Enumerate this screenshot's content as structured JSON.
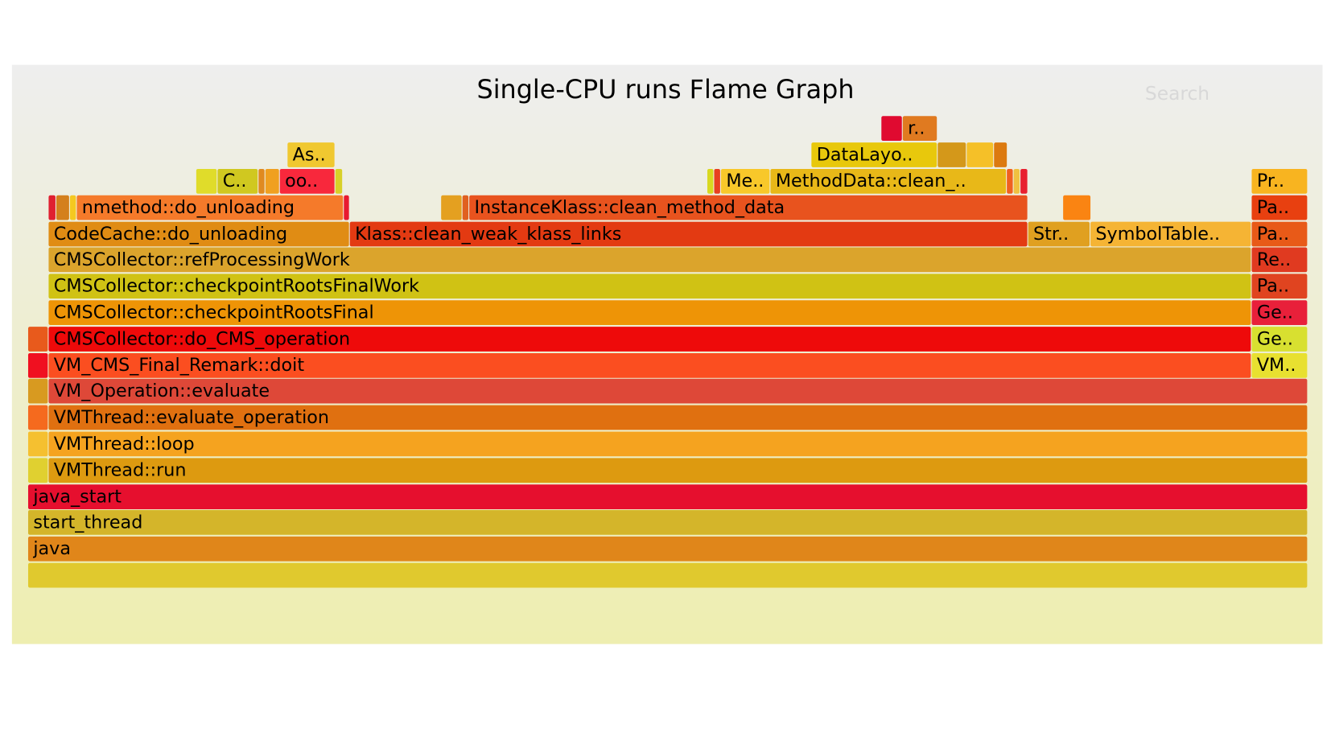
{
  "chart_data": {
    "type": "flamegraph",
    "title": "Single-CPU runs Flame Graph",
    "search_label": "Search",
    "frames": [
      {
        "label": "",
        "color": "#e0c92e"
      },
      {
        "label": "java",
        "color": "#e0861a"
      },
      {
        "label": "start_thread",
        "color": "#d4b52a"
      },
      {
        "label": "java_start",
        "color": "#e60f2e"
      },
      {
        "label": "",
        "color": "#e0d030"
      },
      {
        "label": "VMThread::run",
        "color": "#dd9a10"
      },
      {
        "label": "",
        "color": "#f5c030"
      },
      {
        "label": "VMThread::loop",
        "color": "#f5a31f"
      },
      {
        "label": "",
        "color": "#f56a1e"
      },
      {
        "label": "VMThread::evaluate_operation",
        "color": "#e07010"
      },
      {
        "label": "",
        "color": "#d89a20"
      },
      {
        "label": "VM_Operation::evaluate",
        "color": "#de4838"
      },
      {
        "label": "",
        "color": "#f01020"
      },
      {
        "label": "VM_CMS_Final_Remark::doit",
        "color": "#fb4e20"
      },
      {
        "label": "VM..",
        "color": "#e8e030"
      },
      {
        "label": "",
        "color": "#e85a1c"
      },
      {
        "label": "CMSCollector::do_CMS_operation",
        "color": "#ee0a0a"
      },
      {
        "label": "Ge..",
        "color": "#d8e030"
      },
      {
        "label": "CMSCollector::checkpointRootsFinal",
        "color": "#ee9406"
      },
      {
        "label": "Ge..",
        "color": "#e8203a"
      },
      {
        "label": "CMSCollector::checkpointRootsFinalWork",
        "color": "#d0c214"
      },
      {
        "label": "Pa..",
        "color": "#e04420"
      },
      {
        "label": "CMSCollector::refProcessingWork",
        "color": "#dba42c"
      },
      {
        "label": "Re..",
        "color": "#e03a20"
      },
      {
        "label": "CodeCache::do_unloading",
        "color": "#e08c14"
      },
      {
        "label": "Klass::clean_weak_klass_links",
        "color": "#e33a12"
      },
      {
        "label": "Str..",
        "color": "#e0a020"
      },
      {
        "label": "SymbolTable..",
        "color": "#f5b434"
      },
      {
        "label": "Pa..",
        "color": "#e85a18"
      },
      {
        "label": "",
        "color": "#e02030"
      },
      {
        "label": "",
        "color": "#d4801c"
      },
      {
        "label": "",
        "color": "#f5c820"
      },
      {
        "label": "nmethod::do_unloading",
        "color": "#f57a2a"
      },
      {
        "label": "",
        "color": "#e81a30"
      },
      {
        "label": "",
        "color": "#e4a020"
      },
      {
        "label": "",
        "color": "#e06020"
      },
      {
        "label": "InstanceKlass::clean_method_data",
        "color": "#e8531e"
      },
      {
        "label": "",
        "color": "#fa8412"
      },
      {
        "label": "Pa..",
        "color": "#e84010"
      },
      {
        "label": "",
        "color": "#e0dc2a"
      },
      {
        "label": "C..",
        "color": "#d0c820"
      },
      {
        "label": "",
        "color": "#e08a20"
      },
      {
        "label": "",
        "color": "#f0a020"
      },
      {
        "label": "oo..",
        "color": "#f8283c"
      },
      {
        "label": "",
        "color": "#d8d028"
      },
      {
        "label": "",
        "color": "#d8d820"
      },
      {
        "label": "",
        "color": "#e84020"
      },
      {
        "label": "Me..",
        "color": "#f8c82a"
      },
      {
        "label": "MethodData::clean_..",
        "color": "#e8b818"
      },
      {
        "label": "",
        "color": "#f06020"
      },
      {
        "label": "",
        "color": "#f0c040"
      },
      {
        "label": "",
        "color": "#e82030"
      },
      {
        "label": "Pr..",
        "color": "#f8b420"
      },
      {
        "label": "As..",
        "color": "#f0c830"
      },
      {
        "label": "DataLayo..",
        "color": "#e8c80c"
      },
      {
        "label": "",
        "color": "#d4981a"
      },
      {
        "label": "",
        "color": "#f5c028"
      },
      {
        "label": "",
        "color": "#dc7a10"
      },
      {
        "label": "",
        "color": "#e00a30"
      },
      {
        "label": "r..",
        "color": "#e07a20"
      }
    ]
  }
}
